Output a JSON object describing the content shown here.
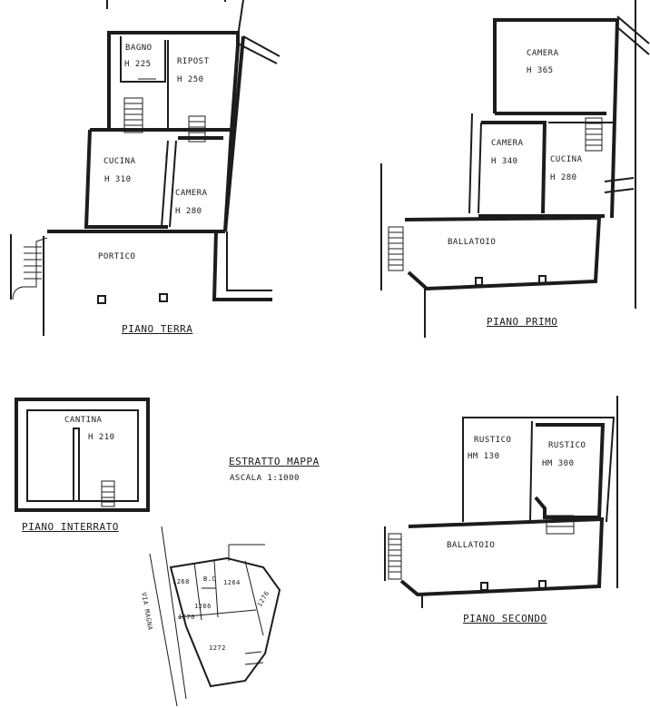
{
  "piano_terra": {
    "title": "PIANO TERRA",
    "bagno": "BAGNO",
    "bagno_h": "H 225",
    "ripost": "RIPOST",
    "ripost_h": "H 250",
    "cucina": "CUCINA",
    "cucina_h": "H 310",
    "camera": "CAMERA",
    "camera_h": "H 280",
    "portico": "PORTICO"
  },
  "piano_primo": {
    "title": "PIANO PRIMO",
    "camera_a": "CAMERA",
    "camera_a_h": "H 365",
    "camera_b": "CAMERA",
    "camera_b_h": "H 340",
    "cucina": "CUCINA",
    "cucina_h": "H 280",
    "ballatoio": "BALLATOIO"
  },
  "piano_interrato": {
    "title": "PIANO INTERRATO",
    "cantina": "CANTINA",
    "cantina_h": "H 210"
  },
  "estratto": {
    "title": "ESTRATTO MAPPA",
    "scala": "ASCALA 1:1000",
    "via": "VIA MAGNA",
    "parcels": [
      "1268",
      "1266",
      "1264",
      "1272"
    ],
    "bc": "B.C",
    "fragment_1": "1276",
    "fragment_2": "1270"
  },
  "piano_secondo": {
    "title": "PIANO SECONDO",
    "rustico_a": "RUSTICO",
    "rustico_a_h": "HM 130",
    "rustico_b": "RUSTICO",
    "rustico_b_h": "HM 300",
    "ballatoio": "BALLATOIO"
  }
}
